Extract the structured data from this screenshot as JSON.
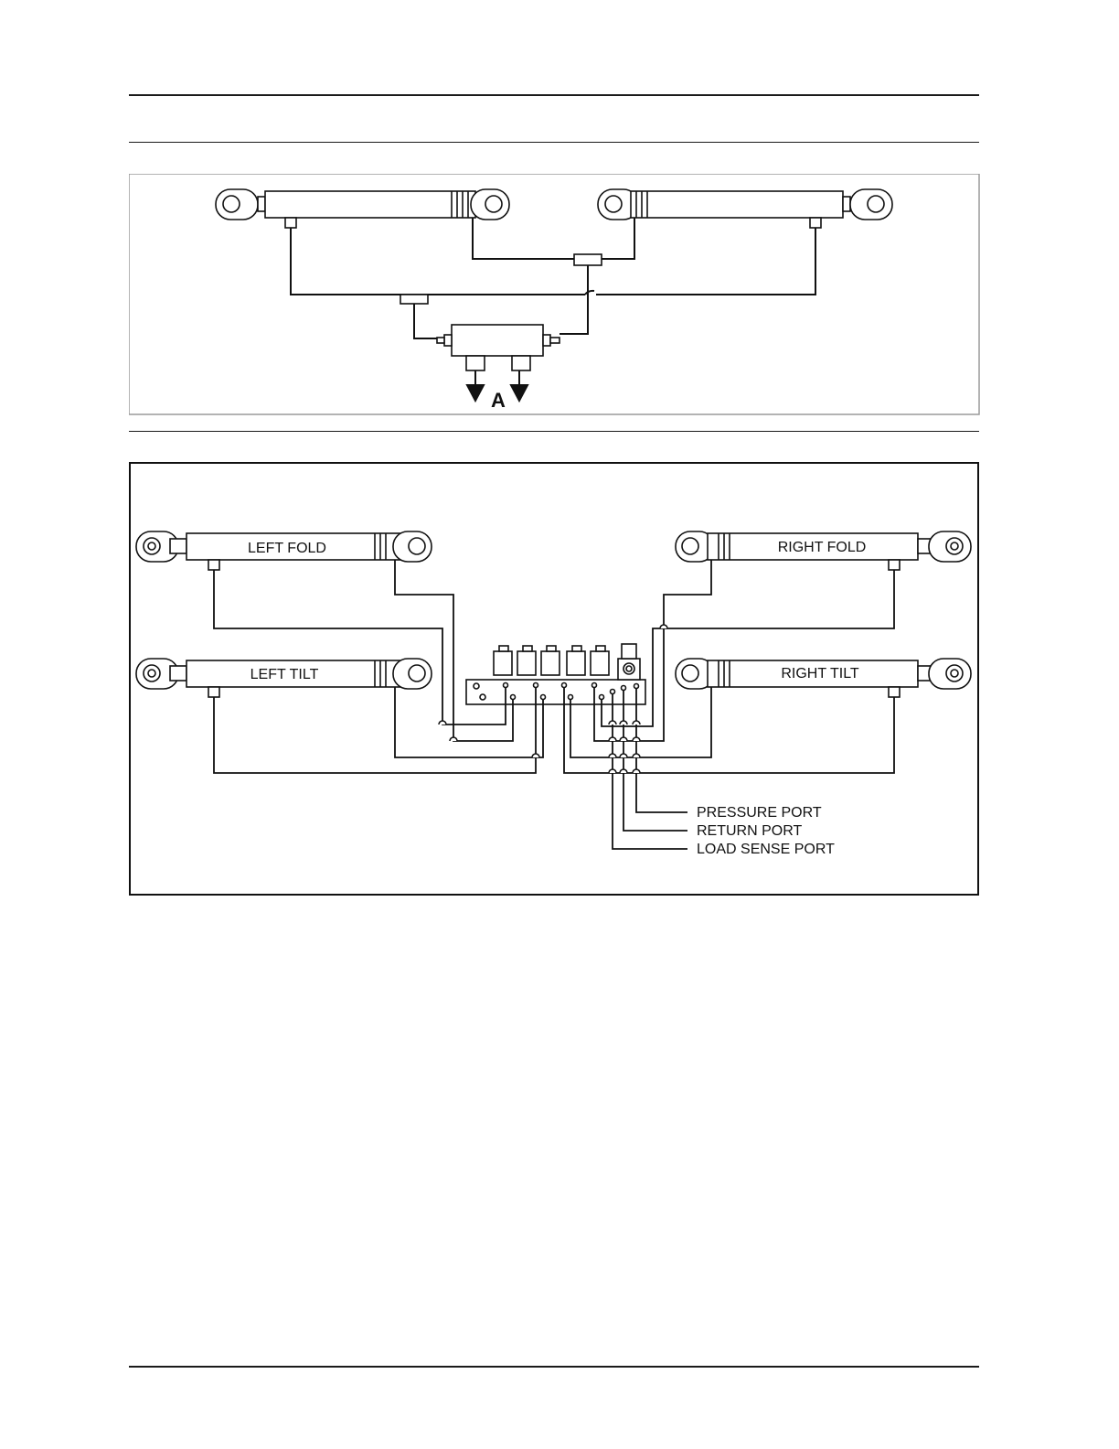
{
  "diagram1": {
    "port_label": "A"
  },
  "diagram2": {
    "cylinders": {
      "left_fold": "LEFT FOLD",
      "right_fold": "RIGHT FOLD",
      "left_tilt": "LEFT TILT",
      "right_tilt": "RIGHT TILT"
    },
    "ports": {
      "pressure": "PRESSURE PORT",
      "return": "RETURN PORT",
      "load_sense": "LOAD SENSE PORT"
    }
  }
}
